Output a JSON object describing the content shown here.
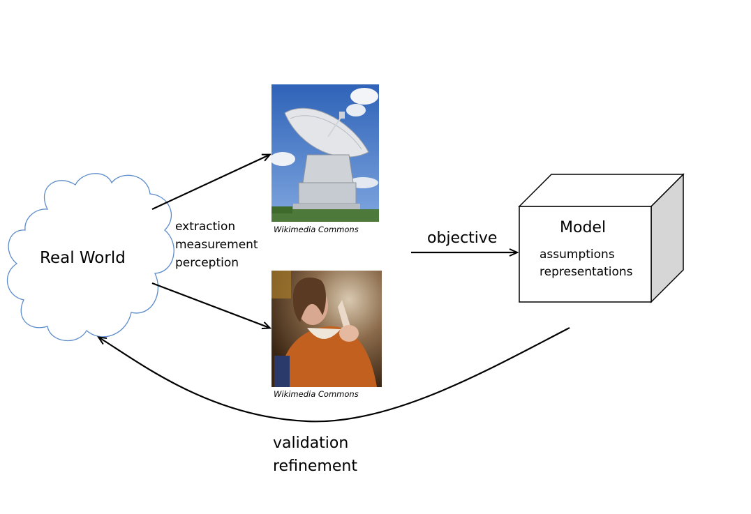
{
  "cloud": {
    "label": "Real World"
  },
  "measurement": {
    "labels": [
      "extraction",
      "measurement",
      "perception"
    ]
  },
  "images": [
    {
      "name": "radio-telescope",
      "credit": "Wikimedia Commons"
    },
    {
      "name": "person-portrait",
      "credit": "Wikimedia Commons"
    }
  ],
  "objective": {
    "label": "objective"
  },
  "model": {
    "title": "Model",
    "lines": [
      "assumptions",
      "representations"
    ]
  },
  "feedback": {
    "labels": [
      "validation",
      "refinement"
    ]
  },
  "colors": {
    "cloud_stroke": "#5b8bc9",
    "box_side": "#d6d6d6",
    "sky": "#4a7bc4",
    "portrait_bg": "#6b4a2e",
    "coat": "#c2601f"
  }
}
